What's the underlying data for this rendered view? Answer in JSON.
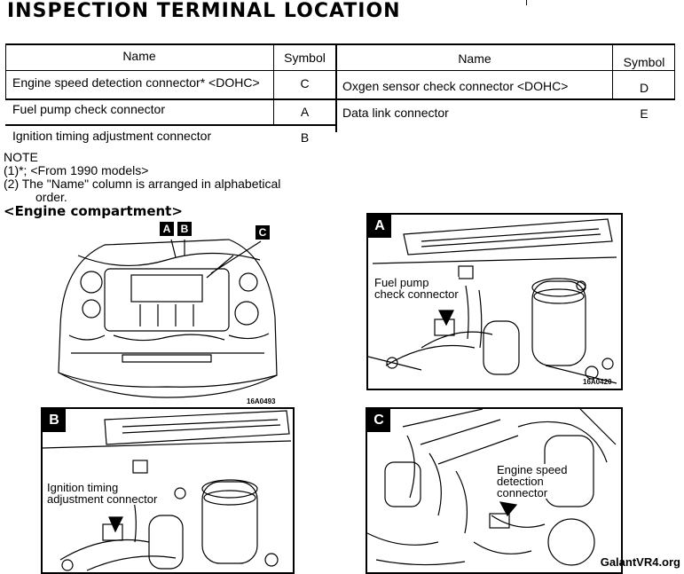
{
  "title": "INSPECTION  TERMINAL  LOCATION",
  "table": {
    "headers": {
      "name": "Name",
      "symbol": "Symbol"
    },
    "left_rows": [
      {
        "name": "Engine speed detection connector* <DOHC>",
        "symbol": "C"
      },
      {
        "name": "Fuel pump check connector",
        "symbol": "A"
      },
      {
        "name": "Ignition timing adjustment connector",
        "symbol": "B"
      }
    ],
    "right_rows": [
      {
        "name": "Oxgen sensor check connector <DOHC>",
        "symbol": "D"
      },
      {
        "name": "Data link connector",
        "symbol": "E"
      }
    ]
  },
  "note": {
    "heading": "NOTE",
    "line1": "(1)*;  <From  1990  models>",
    "line2": "(2) The \"Name\" column is arranged in alphabetical",
    "line3": "order."
  },
  "section_label": "<Engine compartment>",
  "overview": {
    "tag_a": "A",
    "tag_b": "B",
    "tag_c": "C",
    "code": "16A0493"
  },
  "panels": {
    "a": {
      "letter": "A",
      "callout_line1": "Fuel  pump",
      "callout_line2": "check  connector",
      "code": "16A0420"
    },
    "b": {
      "letter": "B",
      "callout_line1": "Ignition  timing",
      "callout_line2": "adjustment connector"
    },
    "c": {
      "letter": "C",
      "callout_line1": "Engine  speed",
      "callout_line2": "detection",
      "callout_line3": "connector"
    }
  },
  "footer": "GalantVR4.org"
}
